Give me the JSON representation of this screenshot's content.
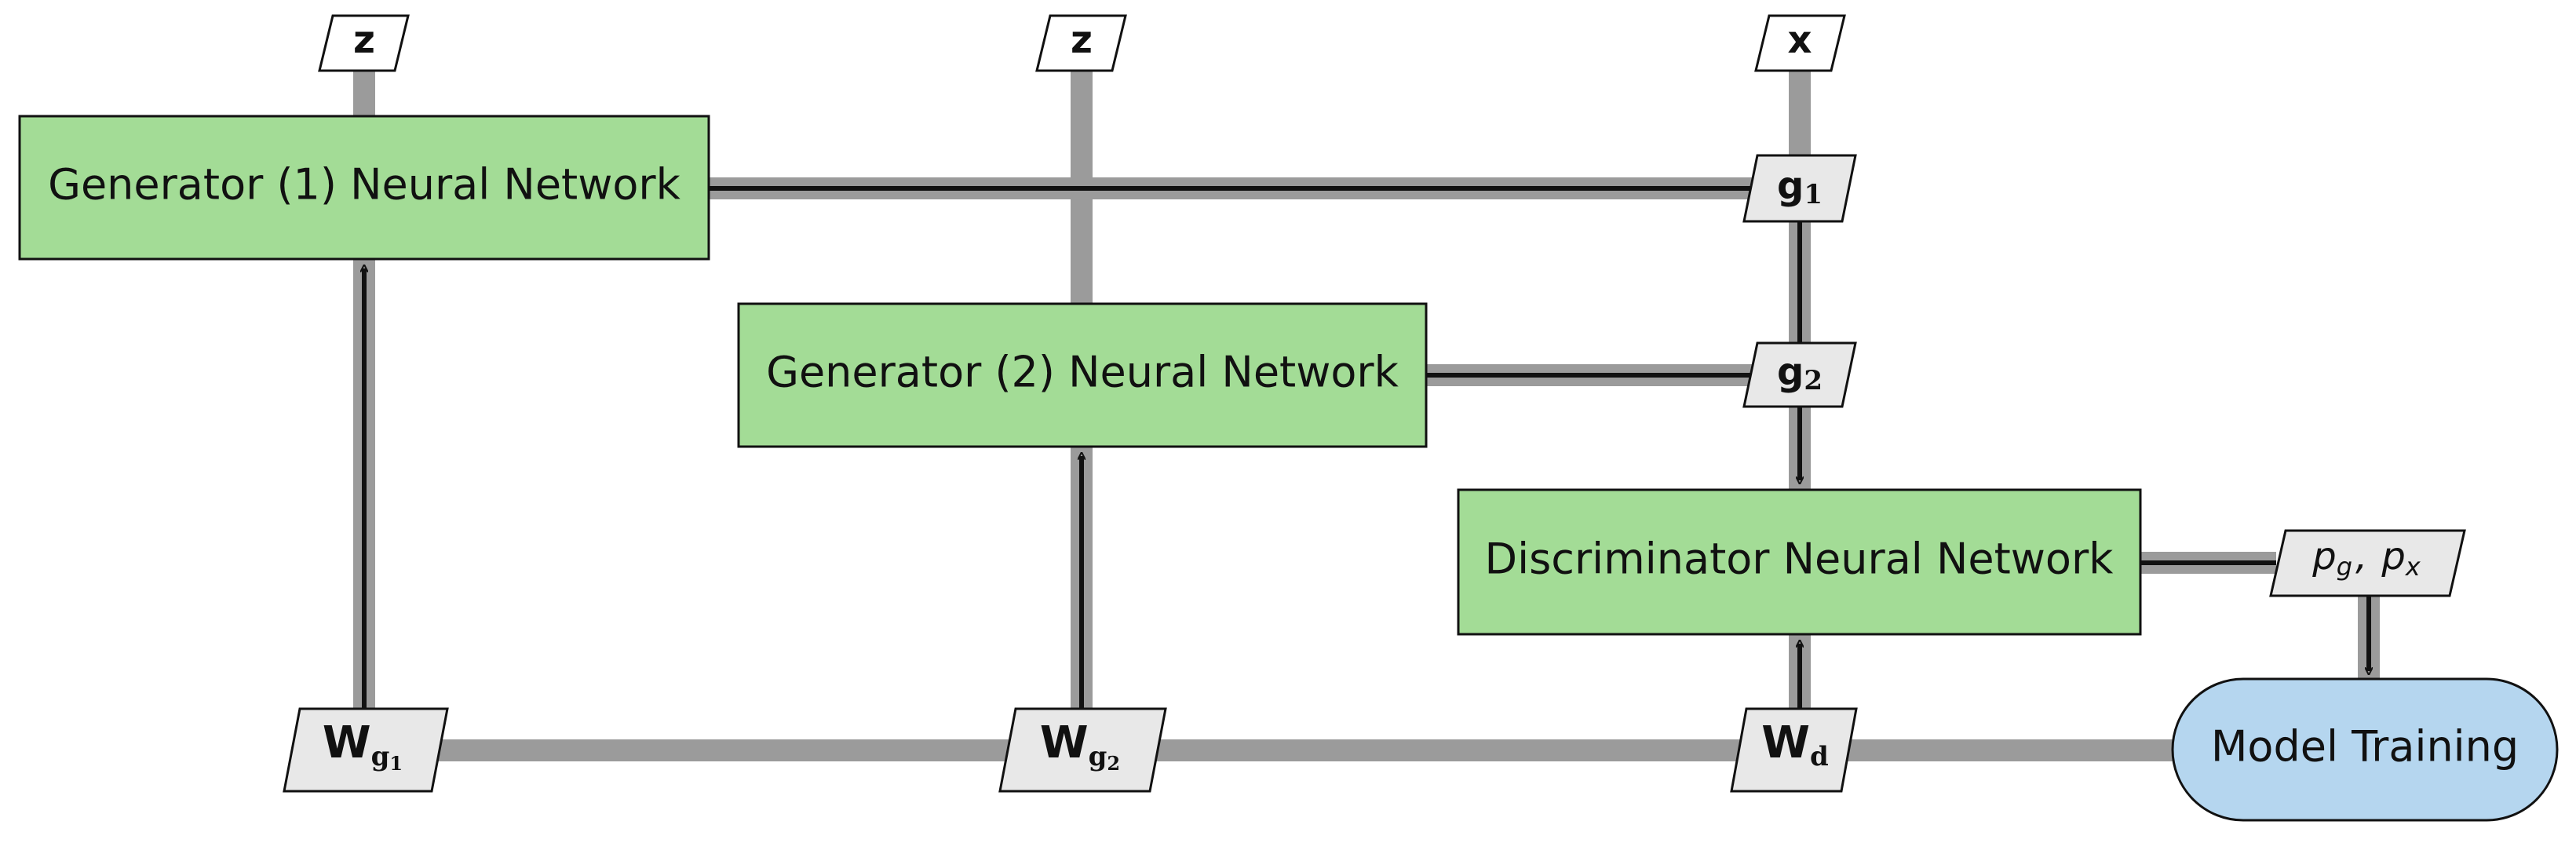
{
  "nodes": {
    "gen1": {
      "label": "Generator (1) Neural Network"
    },
    "gen2": {
      "label": "Generator (2) Neural Network"
    },
    "disc": {
      "label": "Discriminator Neural Network"
    },
    "training": {
      "label": "Model Training"
    }
  },
  "io": {
    "z1": "z",
    "z2": "z",
    "x": "x",
    "g1_main": "g",
    "g1_sub": "1",
    "g2_main": "g",
    "g2_sub": "2",
    "p_g_main": "p",
    "p_g_sub": "g",
    "separator": ",",
    "p_x_main": "p",
    "p_x_sub": "x"
  },
  "weights": {
    "wg1_main": "W",
    "wg1_sub": "g",
    "wg1_subsub": "1",
    "wg2_main": "W",
    "wg2_sub": "g",
    "wg2_subsub": "2",
    "wd_main": "W",
    "wd_sub": "d"
  },
  "colors": {
    "network_fill": "#a3dc96",
    "training_fill": "#b5d6ef",
    "io_fill": "#e8e8e8",
    "connector_gray": "#9b9b9b",
    "line_black": "#111111"
  }
}
